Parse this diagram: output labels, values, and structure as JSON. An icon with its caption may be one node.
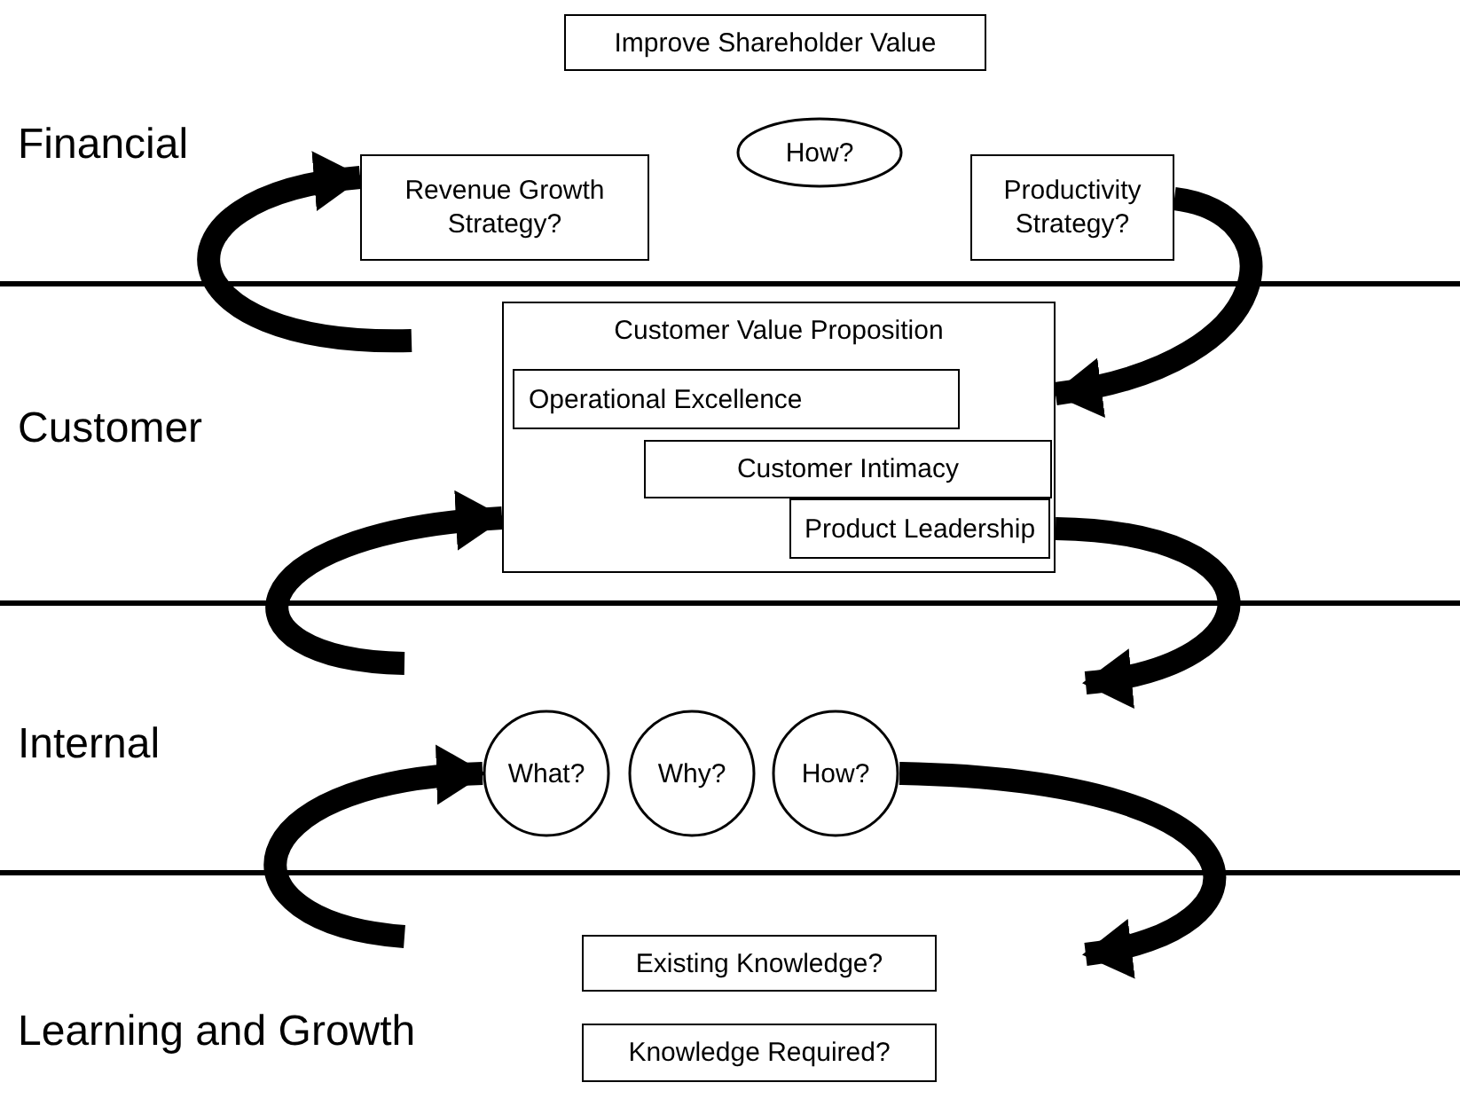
{
  "diagram": {
    "nodes": [
      {
        "text": [
          "Improve Shareholder Value"
        ]
      },
      {
        "text": [
          "How?"
        ]
      },
      {
        "text": [
          "Revenue Growth Strategy?"
        ]
      },
      {
        "text": [
          "Productivity Strategy?"
        ]
      },
      {
        "text": [
          "Customer Value Proposition"
        ]
      },
      {
        "text": [
          "Operational Excellence"
        ],
        "in": 4
      },
      {
        "text": [
          "Customer Intimacy"
        ],
        "in": 4
      },
      {
        "text": [
          "Product Leadership"
        ],
        "in": 4
      },
      {
        "text": [
          "What?"
        ]
      },
      {
        "text": [
          "Why?"
        ]
      },
      {
        "text": [
          "How?"
        ]
      },
      {
        "text": [
          "Existing Knowledge?"
        ]
      },
      {
        "text": [
          "Knowledge Required?"
        ]
      }
    ],
    "edges": [
      {
        "from": null,
        "to": 2,
        "arrow": "to"
      },
      {
        "from": 3,
        "to": 4,
        "arrow": "to"
      },
      {
        "from": null,
        "to": 4,
        "arrow": "to"
      },
      {
        "from": 4,
        "to": null,
        "arrow": "to"
      },
      {
        "from": null,
        "to": 8,
        "arrow": "to"
      },
      {
        "from": 10,
        "to": null,
        "arrow": "to"
      }
    ],
    "labels": [
      "Financial",
      "Customer",
      "Internal",
      "Learning and Growth"
    ]
  }
}
